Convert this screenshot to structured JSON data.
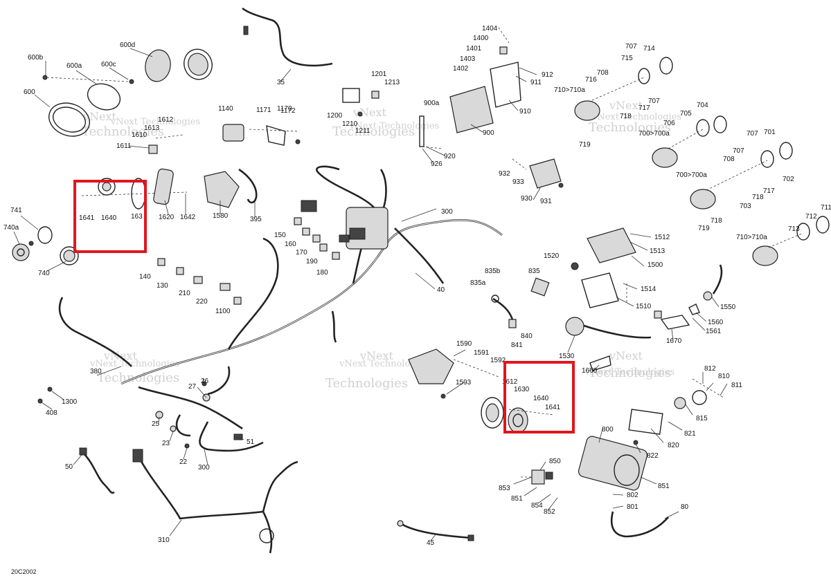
{
  "diagram_code": "20C2002",
  "watermark_lines": [
    "vNext",
    "Technologies",
    "vNext Technologies"
  ],
  "colors": {
    "highlight": "#e0161d",
    "line": "#222222",
    "watermark": "#c8c8c8"
  },
  "callouts": {
    "c600b": "600b",
    "c600a": "600a",
    "c600c": "600c",
    "c600d": "600d",
    "c600": "600",
    "c1612": "1612",
    "c1613": "1613",
    "c1610": "1610",
    "c1611": "1611",
    "c35": "35",
    "c1201": "1201",
    "c1213": "1213",
    "c1200": "1200",
    "c1210": "1210",
    "c1211": "1211",
    "c1140": "1140",
    "c1171": "1171",
    "c1170": "1170",
    "c1172": "1172",
    "c1404": "1404",
    "c1400": "1400",
    "c1401": "1401",
    "c1403": "1403",
    "c1402": "1402",
    "c912": "912",
    "c911": "911",
    "c910": "910",
    "c900a": "900a",
    "c900": "900",
    "c920": "920",
    "c926": "926",
    "c932": "932",
    "c933": "933",
    "c930": "930",
    "c931": "931",
    "c707a": "707",
    "c714": "714",
    "c715": "715",
    "c708a": "708",
    "c716": "716",
    "c710to710a_1": "710>710a",
    "c707b": "707",
    "c717a": "717",
    "c718a": "718",
    "c719a": "719",
    "c705": "705",
    "c704": "704",
    "c706": "706",
    "c700to700a_1": "700>700a",
    "c707c": "707",
    "c701": "701",
    "c708b": "708",
    "c702": "702",
    "c700to700a_2": "700>700a",
    "c717b": "717",
    "c718b": "718",
    "c703": "703",
    "c718c": "718",
    "c719b": "719",
    "c711": "711",
    "c712": "712",
    "c713": "713",
    "c710to710a_2": "710>710a",
    "c741": "741",
    "c740a": "740a",
    "c740": "740",
    "c1641a": "1641",
    "c1640a": "1640",
    "c1630a": "163",
    "c1620": "1620",
    "c1642": "1642",
    "c1580": "1580",
    "c395": "395",
    "c300a": "300",
    "c150": "150",
    "c160": "160",
    "c170": "170",
    "c190": "190",
    "c180": "180",
    "c140": "140",
    "c130": "130",
    "c210": "210",
    "c220": "220",
    "c1100": "1100",
    "c40": "40",
    "c1512": "1512",
    "c1513": "1513",
    "c1500": "1500",
    "c1520": "1520",
    "c1514": "1514",
    "c1510": "1510",
    "c835b": "835b",
    "c835": "835",
    "c835a": "835a",
    "c840": "840",
    "c841": "841",
    "c1550": "1550",
    "c1560": "1560",
    "c1561": "1561",
    "c1670": "1670",
    "c1530": "1530",
    "c1660": "1660",
    "c1590": "1590",
    "c1591": "1591",
    "c1592": "1592",
    "c1593": "1593",
    "c1612b": "1612",
    "c1630b": "1630",
    "c1640b": "1640",
    "c1641b": "1641",
    "c812": "812",
    "c810": "810",
    "c811": "811",
    "c815": "815",
    "c821": "821",
    "c820": "820",
    "c822": "822",
    "c800": "800",
    "c850": "850",
    "c853": "853",
    "c851a": "851",
    "c854": "854",
    "c852": "852",
    "c851b": "851",
    "c802": "802",
    "c801": "801",
    "c80": "80",
    "c380": "380",
    "c1300": "1300",
    "c408": "408",
    "c27": "27",
    "c26": "26",
    "c25": "25",
    "c23": "23",
    "c51": "51",
    "c22": "22",
    "c300b": "300",
    "c50": "50",
    "c310": "310",
    "c45": "45"
  }
}
